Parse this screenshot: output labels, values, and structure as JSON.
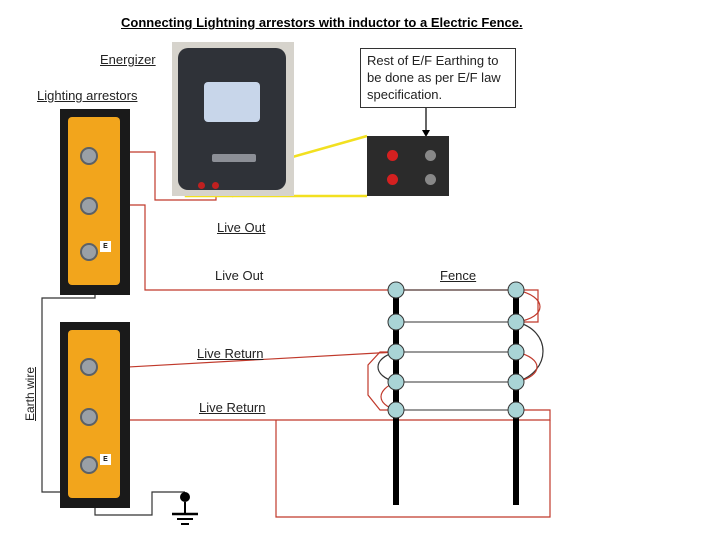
{
  "title": "Connecting Lightning arrestors with inductor to a Electric Fence.",
  "labels": {
    "energizer": "Energizer",
    "lighting_arrestors": "Lighting arrestors",
    "note": "Rest of E/F Earthing to be done as per E/F law specification.",
    "live_out_1": "Live Out",
    "live_out_2": "Live Out",
    "fence": "Fence",
    "live_return_1": "Live Return",
    "live_return_2": "Live Return",
    "earth_wire": "Earth wire",
    "arrestor_tag": "E"
  },
  "colors": {
    "live_wire": "#c0392b",
    "earth_wire": "#333333",
    "highlight": "#f2e020",
    "insulator": "#a9d4d6",
    "post": "#000000",
    "arrestor_body": "#f2a51c"
  },
  "icons": [
    "ground-symbol-icon",
    "arrow-down-icon"
  ]
}
